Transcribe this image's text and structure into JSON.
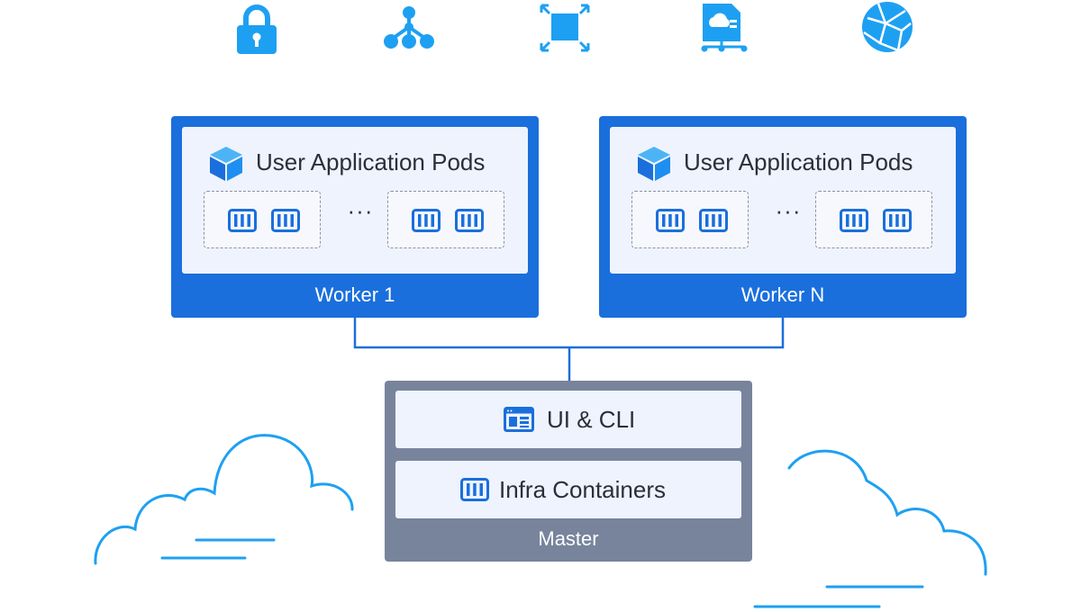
{
  "top_icons": [
    "lock-icon",
    "network-nodes-icon",
    "scale-expand-icon",
    "cloud-storage-icon",
    "globe-icon"
  ],
  "workers": [
    {
      "label": "Worker 1",
      "pods_title": "User Application Pods",
      "ellipsis": "···"
    },
    {
      "label": "Worker N",
      "pods_title": "User Application Pods",
      "ellipsis": "···"
    }
  ],
  "master": {
    "label": "Master",
    "ui_cli": "UI & CLI",
    "infra": "Infra Containers"
  },
  "colors": {
    "worker_blue": "#1a6fdc",
    "master_gray": "#78849c",
    "icon_blue": "#1ea0f2",
    "panel_bg": "#eef3fd",
    "cloud_blue": "#1ea0f2"
  }
}
